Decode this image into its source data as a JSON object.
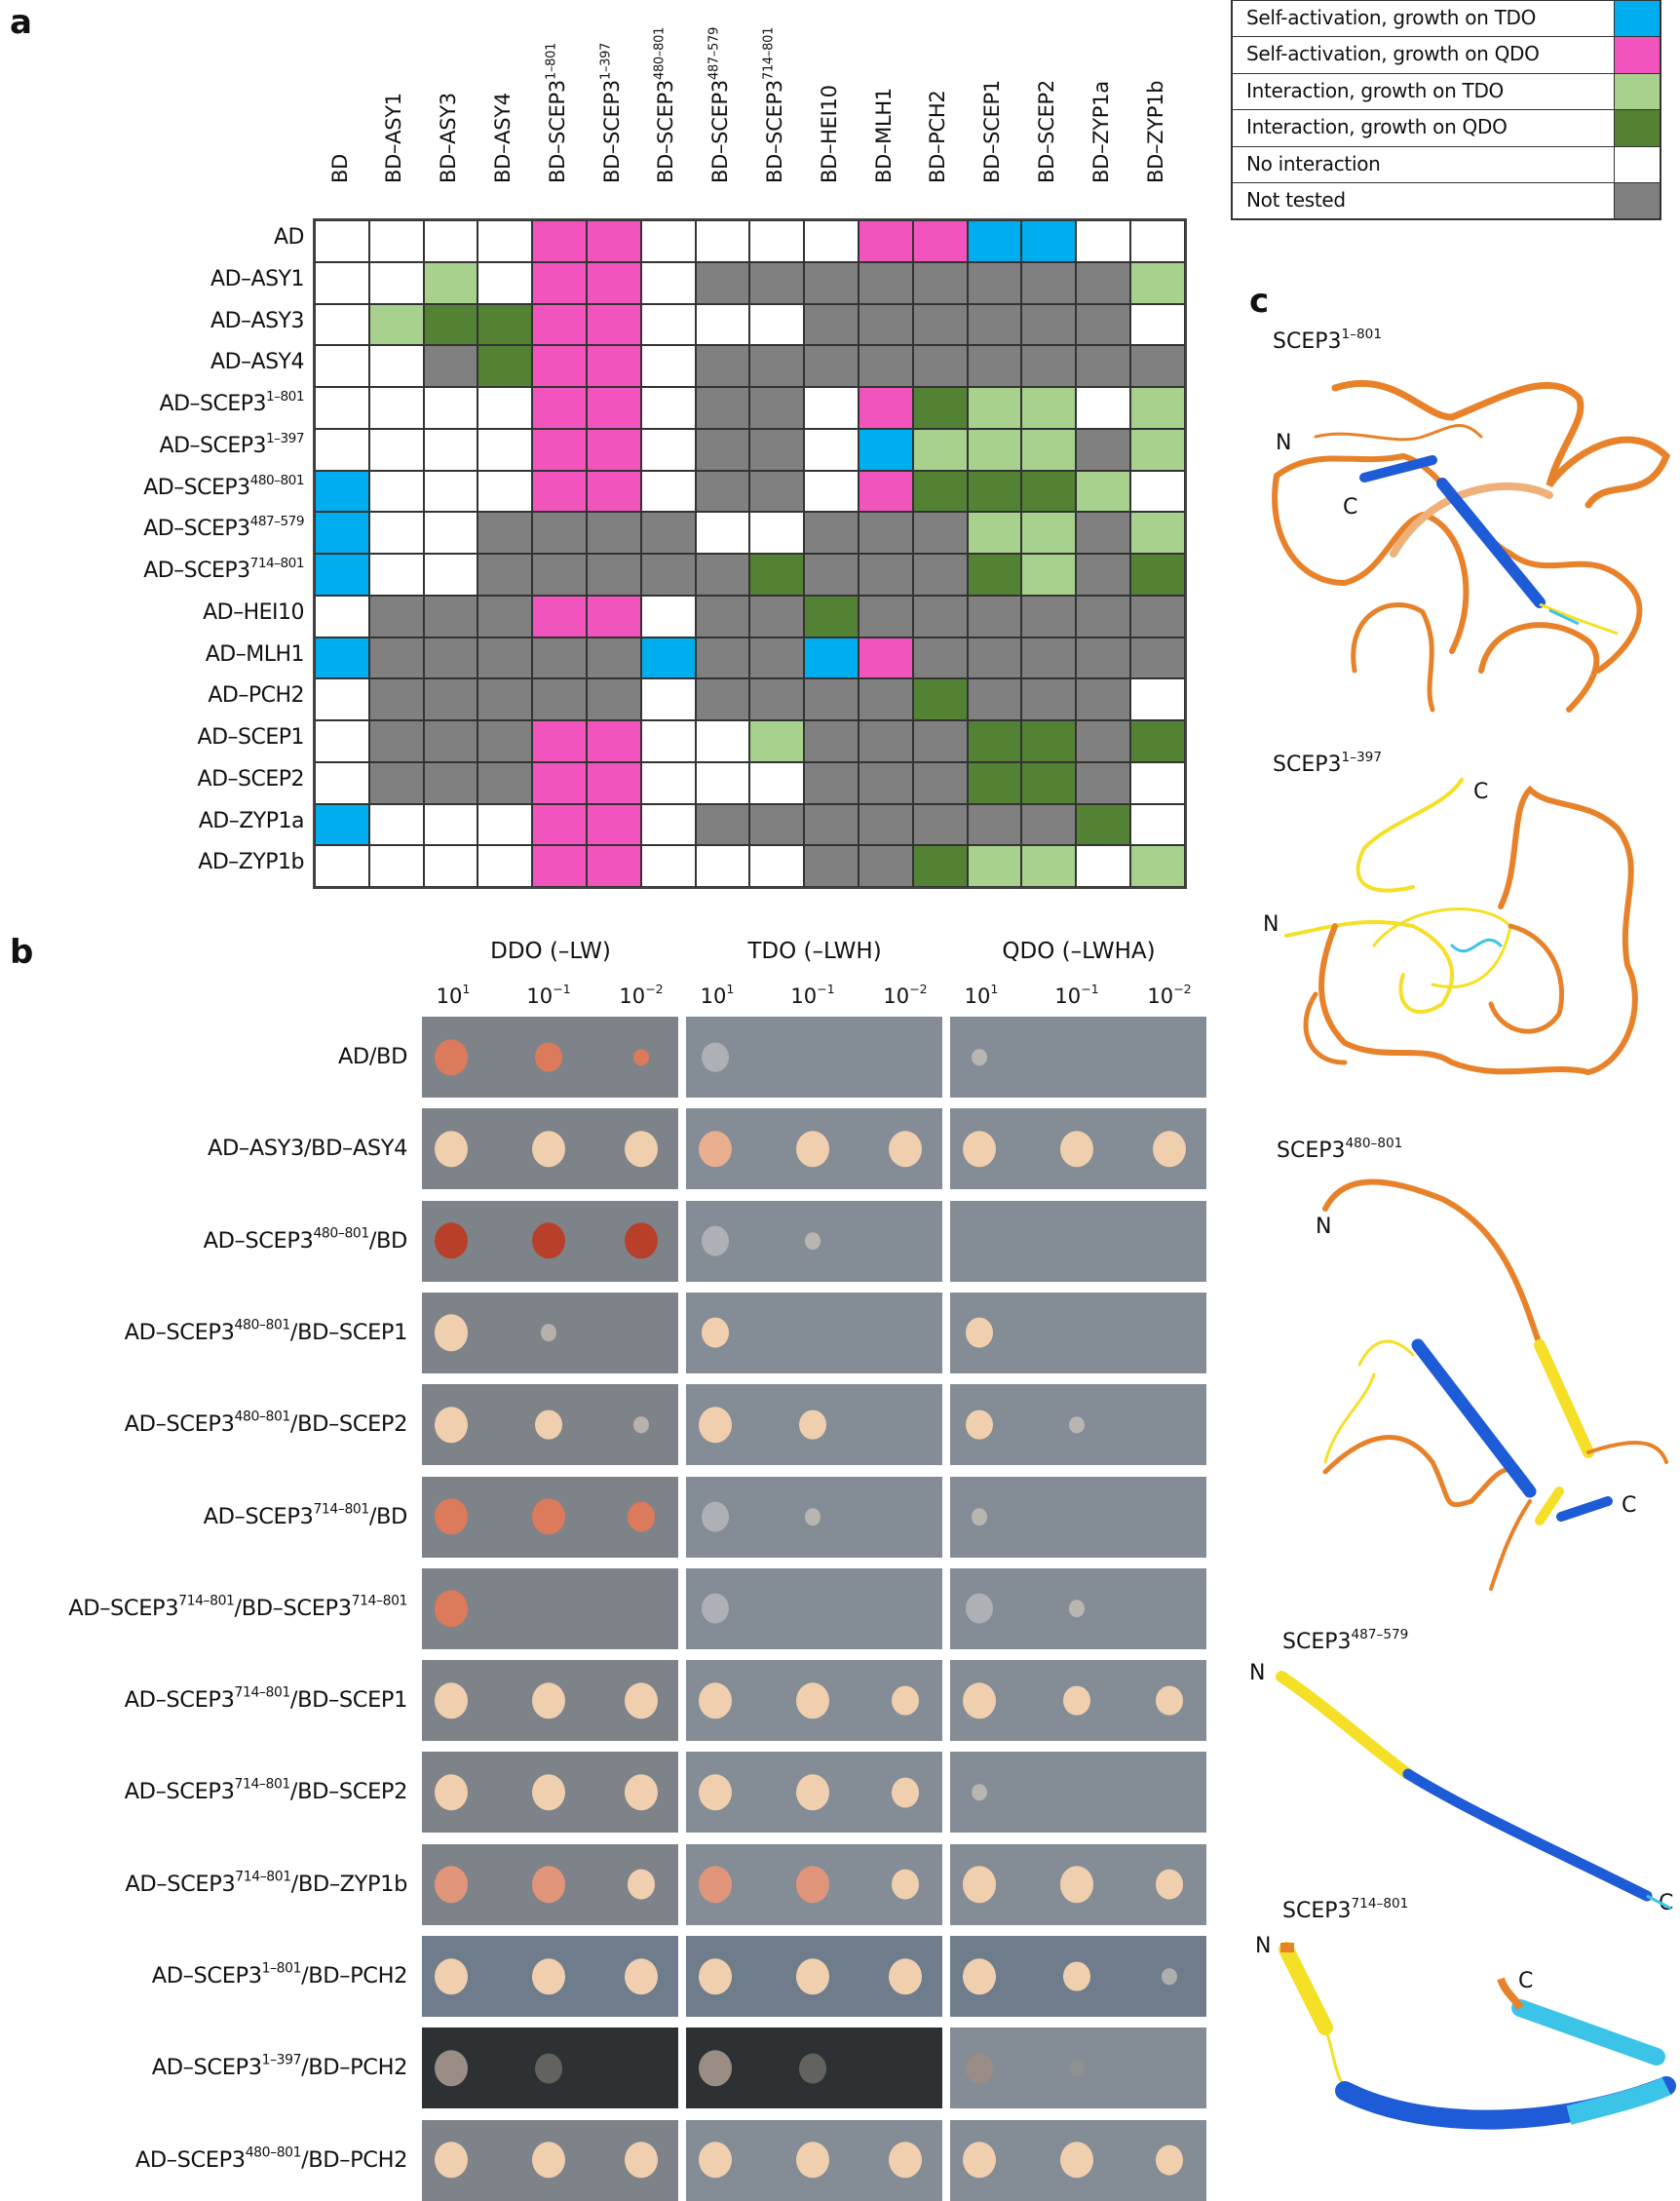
{
  "panels": {
    "a": "a",
    "b": "b",
    "c": "c"
  },
  "legend": [
    {
      "label": "Self-activation, growth on TDO",
      "key": "SA_TDO",
      "color": "#00aeef"
    },
    {
      "label": "Self-activation, growth on QDO",
      "key": "SA_QDO",
      "color": "#f254bd"
    },
    {
      "label": "Interaction, growth on TDO",
      "key": "I_TDO",
      "color": "#a8d18d"
    },
    {
      "label": "Interaction, growth on QDO",
      "key": "I_QDO",
      "color": "#548235"
    },
    {
      "label": "No interaction",
      "key": "NO",
      "color": "#ffffff"
    },
    {
      "label": "Not tested",
      "key": "NT",
      "color": "#808080"
    }
  ],
  "chart_data": {
    "type": "heatmap",
    "title": "Yeast two-hybrid interaction matrix",
    "columns": [
      {
        "base": "BD",
        "sup": ""
      },
      {
        "base": "BD–ASY1",
        "sup": ""
      },
      {
        "base": "BD–ASY3",
        "sup": ""
      },
      {
        "base": "BD–ASY4",
        "sup": ""
      },
      {
        "base": "BD–SCEP3",
        "sup": "1–801"
      },
      {
        "base": "BD–SCEP3",
        "sup": "1–397"
      },
      {
        "base": "BD–SCEP3",
        "sup": "480–801"
      },
      {
        "base": "BD–SCEP3",
        "sup": "487–579"
      },
      {
        "base": "BD–SCEP3",
        "sup": "714–801"
      },
      {
        "base": "BD–HEI10",
        "sup": ""
      },
      {
        "base": "BD–MLH1",
        "sup": ""
      },
      {
        "base": "BD–PCH2",
        "sup": ""
      },
      {
        "base": "BD–SCEP1",
        "sup": ""
      },
      {
        "base": "BD–SCEP2",
        "sup": ""
      },
      {
        "base": "BD–ZYP1a",
        "sup": ""
      },
      {
        "base": "BD–ZYP1b",
        "sup": ""
      }
    ],
    "rows": [
      {
        "base": "AD",
        "sup": "",
        "cells": [
          "NO",
          "NO",
          "NO",
          "NO",
          "SA_QDO",
          "SA_QDO",
          "NO",
          "NO",
          "NO",
          "NO",
          "SA_QDO",
          "SA_QDO",
          "SA_TDO",
          "SA_TDO",
          "NO",
          "NO"
        ]
      },
      {
        "base": "AD–ASY1",
        "sup": "",
        "cells": [
          "NO",
          "NO",
          "I_TDO",
          "NO",
          "SA_QDO",
          "SA_QDO",
          "NO",
          "NT",
          "NT",
          "NT",
          "NT",
          "NT",
          "NT",
          "NT",
          "NT",
          "I_TDO"
        ]
      },
      {
        "base": "AD–ASY3",
        "sup": "",
        "cells": [
          "NO",
          "I_TDO",
          "I_QDO",
          "I_QDO",
          "SA_QDO",
          "SA_QDO",
          "NO",
          "NO",
          "NO",
          "NT",
          "NT",
          "NT",
          "NT",
          "NT",
          "NT",
          "NO"
        ]
      },
      {
        "base": "AD–ASY4",
        "sup": "",
        "cells": [
          "NO",
          "NO",
          "NT",
          "I_QDO",
          "SA_QDO",
          "SA_QDO",
          "NO",
          "NT",
          "NT",
          "NT",
          "NT",
          "NT",
          "NT",
          "NT",
          "NT",
          "NT"
        ]
      },
      {
        "base": "AD–SCEP3",
        "sup": "1–801",
        "cells": [
          "NO",
          "NO",
          "NO",
          "NO",
          "SA_QDO",
          "SA_QDO",
          "NO",
          "NT",
          "NT",
          "NO",
          "SA_QDO",
          "I_QDO",
          "I_TDO",
          "I_TDO",
          "NO",
          "I_TDO"
        ]
      },
      {
        "base": "AD–SCEP3",
        "sup": "1–397",
        "cells": [
          "NO",
          "NO",
          "NO",
          "NO",
          "SA_QDO",
          "SA_QDO",
          "NO",
          "NT",
          "NT",
          "NO",
          "SA_TDO",
          "I_TDO",
          "I_TDO",
          "I_TDO",
          "NT",
          "I_TDO"
        ]
      },
      {
        "base": "AD–SCEP3",
        "sup": "480–801",
        "cells": [
          "SA_TDO",
          "NO",
          "NO",
          "NO",
          "SA_QDO",
          "SA_QDO",
          "NO",
          "NT",
          "NT",
          "NO",
          "SA_QDO",
          "I_QDO",
          "I_QDO",
          "I_QDO",
          "I_TDO",
          "NO"
        ]
      },
      {
        "base": "AD–SCEP3",
        "sup": "487–579",
        "cells": [
          "SA_TDO",
          "NO",
          "NO",
          "NT",
          "NT",
          "NT",
          "NT",
          "NO",
          "NO",
          "NT",
          "NT",
          "NT",
          "I_TDO",
          "I_TDO",
          "NT",
          "I_TDO"
        ]
      },
      {
        "base": "AD–SCEP3",
        "sup": "714–801",
        "cells": [
          "SA_TDO",
          "NO",
          "NO",
          "NT",
          "NT",
          "NT",
          "NT",
          "NT",
          "I_QDO",
          "NT",
          "NT",
          "NT",
          "I_QDO",
          "I_TDO",
          "NT",
          "I_QDO"
        ]
      },
      {
        "base": "AD–HEI10",
        "sup": "",
        "cells": [
          "NO",
          "NT",
          "NT",
          "NT",
          "SA_QDO",
          "SA_QDO",
          "NO",
          "NT",
          "NT",
          "I_QDO",
          "NT",
          "NT",
          "NT",
          "NT",
          "NT",
          "NT"
        ]
      },
      {
        "base": "AD–MLH1",
        "sup": "",
        "cells": [
          "SA_TDO",
          "NT",
          "NT",
          "NT",
          "NT",
          "NT",
          "SA_TDO",
          "NT",
          "NT",
          "SA_TDO",
          "SA_QDO",
          "NT",
          "NT",
          "NT",
          "NT",
          "NT"
        ]
      },
      {
        "base": "AD–PCH2",
        "sup": "",
        "cells": [
          "NO",
          "NT",
          "NT",
          "NT",
          "NT",
          "NT",
          "NO",
          "NT",
          "NT",
          "NT",
          "NT",
          "I_QDO",
          "NT",
          "NT",
          "NT",
          "NO"
        ]
      },
      {
        "base": "AD–SCEP1",
        "sup": "",
        "cells": [
          "NO",
          "NT",
          "NT",
          "NT",
          "SA_QDO",
          "SA_QDO",
          "NO",
          "NO",
          "I_TDO",
          "NT",
          "NT",
          "NT",
          "I_QDO",
          "I_QDO",
          "NT",
          "I_QDO"
        ]
      },
      {
        "base": "AD–SCEP2",
        "sup": "",
        "cells": [
          "NO",
          "NT",
          "NT",
          "NT",
          "SA_QDO",
          "SA_QDO",
          "NO",
          "NO",
          "NO",
          "NT",
          "NT",
          "NT",
          "I_QDO",
          "I_QDO",
          "NT",
          "NO"
        ]
      },
      {
        "base": "AD–ZYP1a",
        "sup": "",
        "cells": [
          "SA_TDO",
          "NO",
          "NO",
          "NO",
          "SA_QDO",
          "SA_QDO",
          "NO",
          "NT",
          "NT",
          "NT",
          "NT",
          "NT",
          "NT",
          "NT",
          "I_QDO",
          "NO"
        ]
      },
      {
        "base": "AD–ZYP1b",
        "sup": "",
        "cells": [
          "NO",
          "NO",
          "NO",
          "NO",
          "SA_QDO",
          "SA_QDO",
          "NO",
          "NO",
          "NO",
          "NT",
          "NT",
          "I_QDO",
          "I_TDO",
          "I_TDO",
          "NO",
          "I_TDO"
        ]
      }
    ]
  },
  "spot_assay": {
    "media": [
      "DDO (–LW)",
      "TDO (–LWH)",
      "QDO (–LWHA)"
    ],
    "dilutions": [
      {
        "base": "10",
        "exp": "1"
      },
      {
        "base": "10",
        "exp": "−1"
      },
      {
        "base": "10",
        "exp": "−2"
      }
    ],
    "strains": [
      {
        "pre": "AD/BD",
        "sup1": "",
        "mid": "",
        "sup2": "",
        "post": ""
      },
      {
        "pre": "AD–ASY3/BD–ASY4",
        "sup1": "",
        "mid": "",
        "sup2": "",
        "post": ""
      },
      {
        "pre": "AD–SCEP3",
        "sup1": "480–801",
        "mid": "/BD",
        "sup2": "",
        "post": ""
      },
      {
        "pre": "AD–SCEP3",
        "sup1": "480–801",
        "mid": "/BD–SCEP1",
        "sup2": "",
        "post": ""
      },
      {
        "pre": "AD–SCEP3",
        "sup1": "480–801",
        "mid": "/BD–SCEP2",
        "sup2": "",
        "post": ""
      },
      {
        "pre": "AD–SCEP3",
        "sup1": "714–801",
        "mid": "/BD",
        "sup2": "",
        "post": ""
      },
      {
        "pre": "AD–SCEP3",
        "sup1": "714–801",
        "mid": "/BD–SCEP3",
        "sup2": "714–801",
        "post": ""
      },
      {
        "pre": "AD–SCEP3",
        "sup1": "714–801",
        "mid": "/BD–SCEP1",
        "sup2": "",
        "post": ""
      },
      {
        "pre": "AD–SCEP3",
        "sup1": "714–801",
        "mid": "/BD–SCEP2",
        "sup2": "",
        "post": ""
      },
      {
        "pre": "AD–SCEP3",
        "sup1": "714–801",
        "mid": "/BD–ZYP1b",
        "sup2": "",
        "post": ""
      },
      {
        "pre": "AD–SCEP3",
        "sup1": "1–801",
        "mid": "/BD–PCH2",
        "sup2": "",
        "post": ""
      },
      {
        "pre": "AD–SCEP3",
        "sup1": "1–397",
        "mid": "/BD–PCH2",
        "sup2": "",
        "post": ""
      },
      {
        "pre": "AD–SCEP3",
        "sup1": "480–801",
        "mid": "/BD–PCH2",
        "sup2": "",
        "post": ""
      }
    ],
    "growth": [
      [
        [
          3,
          2,
          1
        ],
        [
          2,
          0,
          0
        ],
        [
          1,
          0,
          0
        ]
      ],
      [
        [
          3,
          3,
          3
        ],
        [
          3,
          3,
          3
        ],
        [
          3,
          3,
          3
        ]
      ],
      [
        [
          3,
          3,
          3
        ],
        [
          2,
          1,
          0
        ],
        [
          0,
          0,
          0
        ]
      ],
      [
        [
          3,
          1,
          0
        ],
        [
          2,
          0,
          0
        ],
        [
          2,
          0,
          0
        ]
      ],
      [
        [
          3,
          2,
          1
        ],
        [
          3,
          2,
          0
        ],
        [
          2,
          1,
          0
        ]
      ],
      [
        [
          3,
          3,
          2
        ],
        [
          2,
          1,
          0
        ],
        [
          1,
          0,
          0
        ]
      ],
      [
        [
          3,
          0,
          0
        ],
        [
          2,
          0,
          0
        ],
        [
          2,
          1,
          0
        ]
      ],
      [
        [
          3,
          3,
          3
        ],
        [
          3,
          3,
          2
        ],
        [
          3,
          2,
          2
        ]
      ],
      [
        [
          3,
          3,
          3
        ],
        [
          3,
          3,
          2
        ],
        [
          1,
          0,
          0
        ]
      ],
      [
        [
          3,
          3,
          2
        ],
        [
          3,
          3,
          2
        ],
        [
          3,
          3,
          2
        ]
      ],
      [
        [
          3,
          3,
          3
        ],
        [
          3,
          3,
          3
        ],
        [
          3,
          2,
          1
        ]
      ],
      [
        [
          3,
          2,
          0
        ],
        [
          3,
          2,
          0
        ],
        [
          2,
          1,
          0
        ]
      ],
      [
        [
          3,
          3,
          3
        ],
        [
          3,
          3,
          3
        ],
        [
          3,
          3,
          2
        ]
      ]
    ]
  },
  "structures": [
    {
      "name": "SCEP3",
      "sup": "1–801",
      "n": "N",
      "c": "C"
    },
    {
      "name": "SCEP3",
      "sup": "1–397",
      "n": "N",
      "c": "C"
    },
    {
      "name": "SCEP3",
      "sup": "480–801",
      "n": "N",
      "c": "C"
    },
    {
      "name": "SCEP3",
      "sup": "487–579",
      "n": "N",
      "c": "C"
    },
    {
      "name": "SCEP3",
      "sup": "714–801",
      "n": "N",
      "c": "C"
    }
  ]
}
